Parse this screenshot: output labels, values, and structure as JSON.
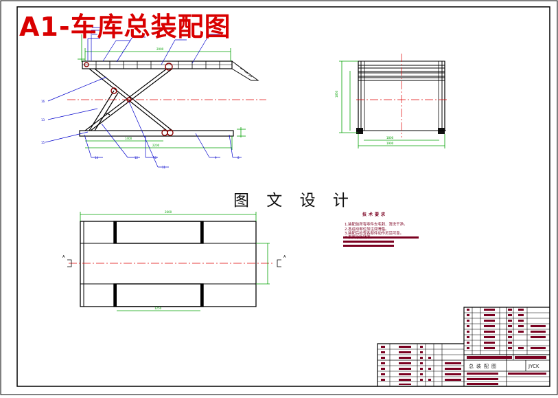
{
  "drawing_title": "A1-车库总装配图",
  "watermark_text": "图 文 设 计",
  "tech_requirements": {
    "title": "技术要求",
    "lines": [
      "1.装配前所有零件去毛刺、清洗干净。",
      "2.各运动部位加注润滑脂。",
      "3.装配后检查各部件动作灵活可靠。",
      "4.表面涂防锈漆。"
    ]
  },
  "title_block": {
    "drawing_name": "总装配图",
    "code": "JYCK"
  },
  "side_view": {
    "leader_labels": [
      "16",
      "13",
      "15",
      "14",
      "12",
      "10",
      "11",
      "9",
      "8"
    ]
  },
  "section_marks": [
    "A",
    "A"
  ],
  "colors": {
    "title_red": "#d90000",
    "dim_green": "#00a000",
    "leader_blue": "#0000cc",
    "centerline_red": "#e00000",
    "block_maroon": "#7a0020",
    "line_black": "#000000"
  }
}
